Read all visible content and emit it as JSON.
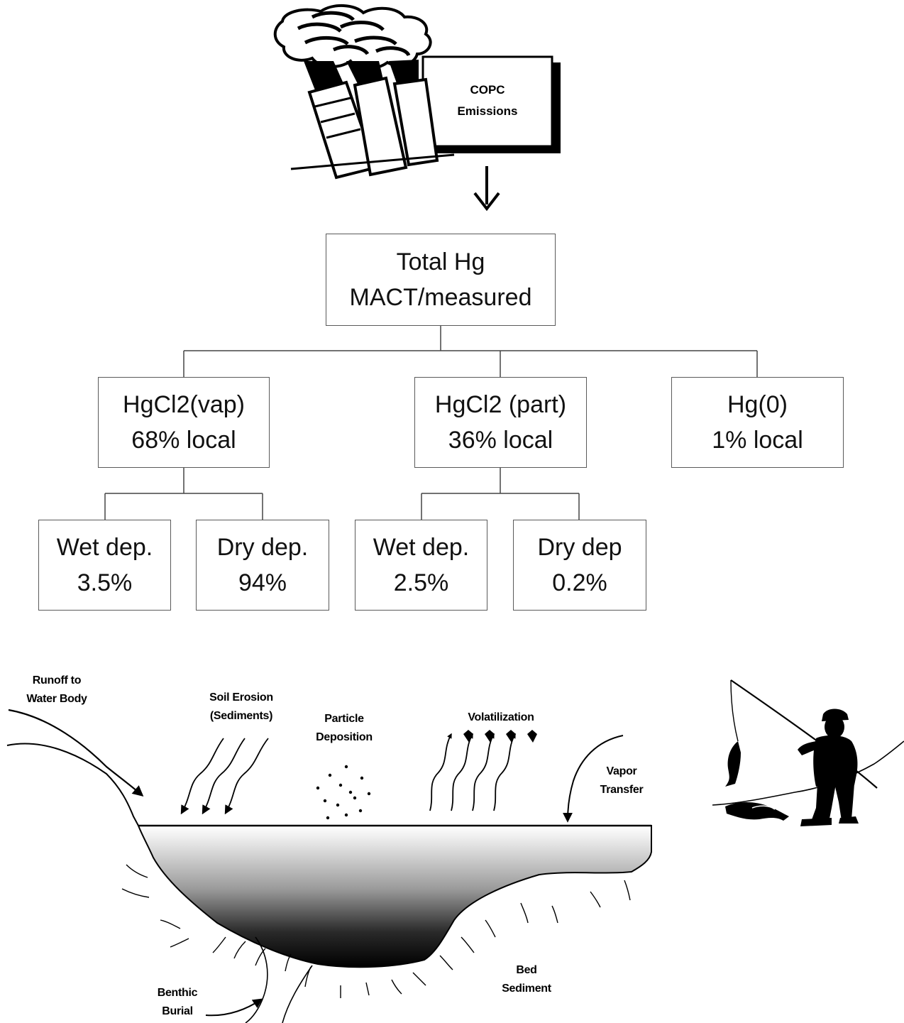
{
  "emissions": {
    "label_line1": "COPC",
    "label_line2": "Emissions"
  },
  "tree": {
    "root": {
      "line1": "Total Hg",
      "line2": "MACT/measured"
    },
    "species": [
      {
        "line1": "HgCl2(vap)",
        "line2": "68% local"
      },
      {
        "line1": "HgCl2 (part)",
        "line2": "36% local"
      },
      {
        "line1": "Hg(0)",
        "line2": "1% local"
      }
    ],
    "deposition": [
      {
        "line1": "Wet dep.",
        "line2": "3.5%"
      },
      {
        "line1": "Dry dep.",
        "line2": "94%"
      },
      {
        "line1": "Wet dep.",
        "line2": "2.5%"
      },
      {
        "line1": "Dry dep",
        "line2": "0.2%"
      }
    ]
  },
  "water_body": {
    "runoff": {
      "line1": "Runoff to",
      "line2": "Water Body"
    },
    "soil_erosion": {
      "line1": "Soil Erosion",
      "line2": "(Sediments)"
    },
    "particle_deposition": {
      "line1": "Particle",
      "line2": "Deposition"
    },
    "volatilization": "Volatilization",
    "vapor_transfer": {
      "line1": "Vapor",
      "line2": "Transfer"
    },
    "benthic_burial": {
      "line1": "Benthic",
      "line2": "Burial"
    },
    "bed_sediment": {
      "line1": "Bed",
      "line2": "Sediment"
    }
  }
}
